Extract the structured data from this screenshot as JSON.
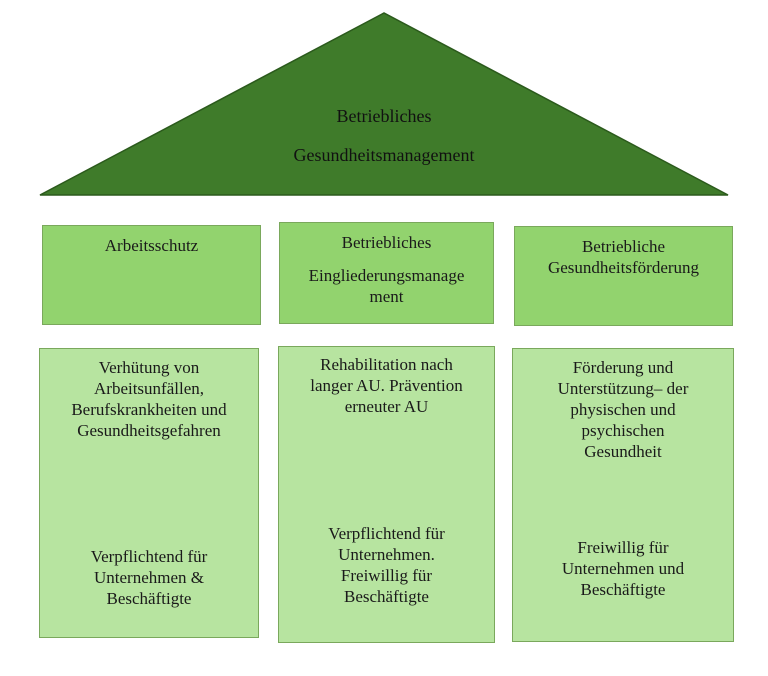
{
  "roof": {
    "line1": "Betriebliches",
    "line2": "Gesundheitsmanagement"
  },
  "pillars": [
    {
      "heading": [
        "Arbeitsschutz"
      ],
      "description": [
        "Verhütung von",
        "Arbeitsunfällen,",
        "Berufskrankheiten und",
        "Gesundheitsgefahren"
      ],
      "obligation": [
        "Verpflichtend für",
        "Unternehmen &",
        "Beschäftigte"
      ]
    },
    {
      "heading": [
        "Betriebliches",
        "Eingliederungsmanage",
        "ment"
      ],
      "description": [
        "Rehabilitation nach",
        "langer AU. Prävention",
        "erneuter AU"
      ],
      "obligation": [
        "Verpflichtend für",
        "Unternehmen.",
        "Freiwillig für",
        "Beschäftigte"
      ]
    },
    {
      "heading": [
        "Betriebliche",
        "Gesundheitsförderung"
      ],
      "description": [
        "Förderung und",
        "Unterstützung– der",
        "physischen und",
        "psychischen",
        "Gesundheit"
      ],
      "obligation": [
        "Freiwillig für",
        "Unternehmen und",
        "Beschäftigte"
      ]
    }
  ],
  "colors": {
    "roof_fill": "#3f7b2a",
    "roof_border": "#2b5a1c",
    "heading_fill": "#92d36e",
    "body_fill": "#b7e4a0"
  }
}
